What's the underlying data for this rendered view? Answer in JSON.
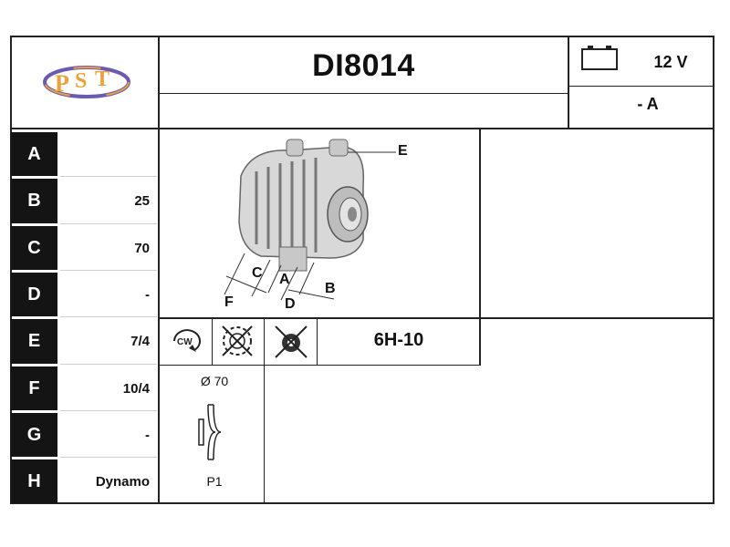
{
  "header": {
    "logo_text": "PST",
    "part_number": "DI8014",
    "voltage": "12 V",
    "amperage": "- A"
  },
  "rows": [
    {
      "label": "A",
      "value": ""
    },
    {
      "label": "B",
      "value": "25"
    },
    {
      "label": "C",
      "value": "70"
    },
    {
      "label": "D",
      "value": "-"
    },
    {
      "label": "E",
      "value": "7/4"
    },
    {
      "label": "F",
      "value": "10/4"
    },
    {
      "label": "G",
      "value": "-"
    },
    {
      "label": "H",
      "value": "Dynamo"
    }
  ],
  "diagram_labels": {
    "e": "E",
    "c": "C",
    "a": "A",
    "b": "B",
    "f": "F",
    "d": "D"
  },
  "icons_row": {
    "rotation": "CW",
    "regulator": "6H-10"
  },
  "pulley": {
    "diameter": "Ø 70",
    "type": "P1"
  },
  "colors": {
    "logo_orange": "#e8a23a",
    "logo_purple": "#6b5ab0",
    "label_bg": "#141414"
  }
}
